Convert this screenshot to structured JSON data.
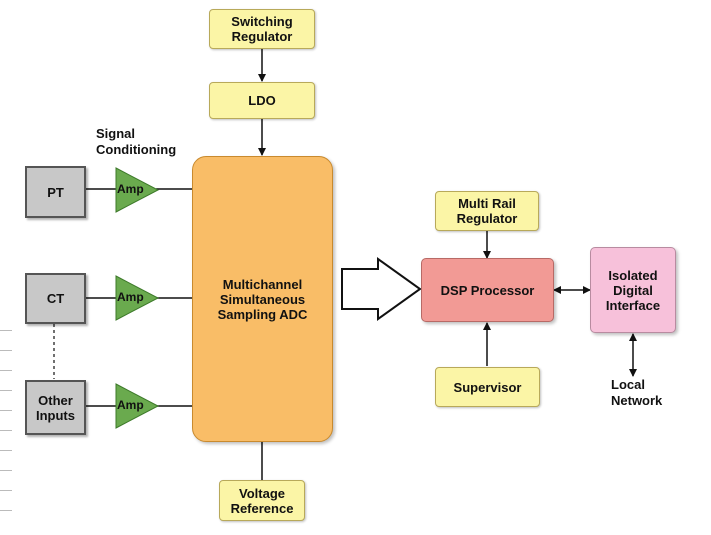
{
  "blocks": {
    "switching_regulator": "Switching\nRegulator",
    "ldo": "LDO",
    "adc": "Multichannel\nSimultaneous\nSampling ADC",
    "voltage_reference": "Voltage\nReference",
    "pt": "PT",
    "ct": "CT",
    "other_inputs": "Other\nInputs",
    "multi_rail_regulator": "Multi Rail\nRegulator",
    "dsp_processor": "DSP Processor",
    "supervisor": "Supervisor",
    "isolated_digital_interface": "Isolated\nDigital\nInterface"
  },
  "labels": {
    "signal_conditioning": "Signal\nConditioning",
    "amp": "Amp",
    "local_network": "Local\nNetwork"
  },
  "colors": {
    "regulator_fill": "#fbf5a6",
    "adc_fill": "#f9bd67",
    "dsp_fill": "#f29a95",
    "interface_fill": "#f7c1da",
    "sensor_fill": "#c8c8c8",
    "amp_fill": "#6aaa4e"
  }
}
